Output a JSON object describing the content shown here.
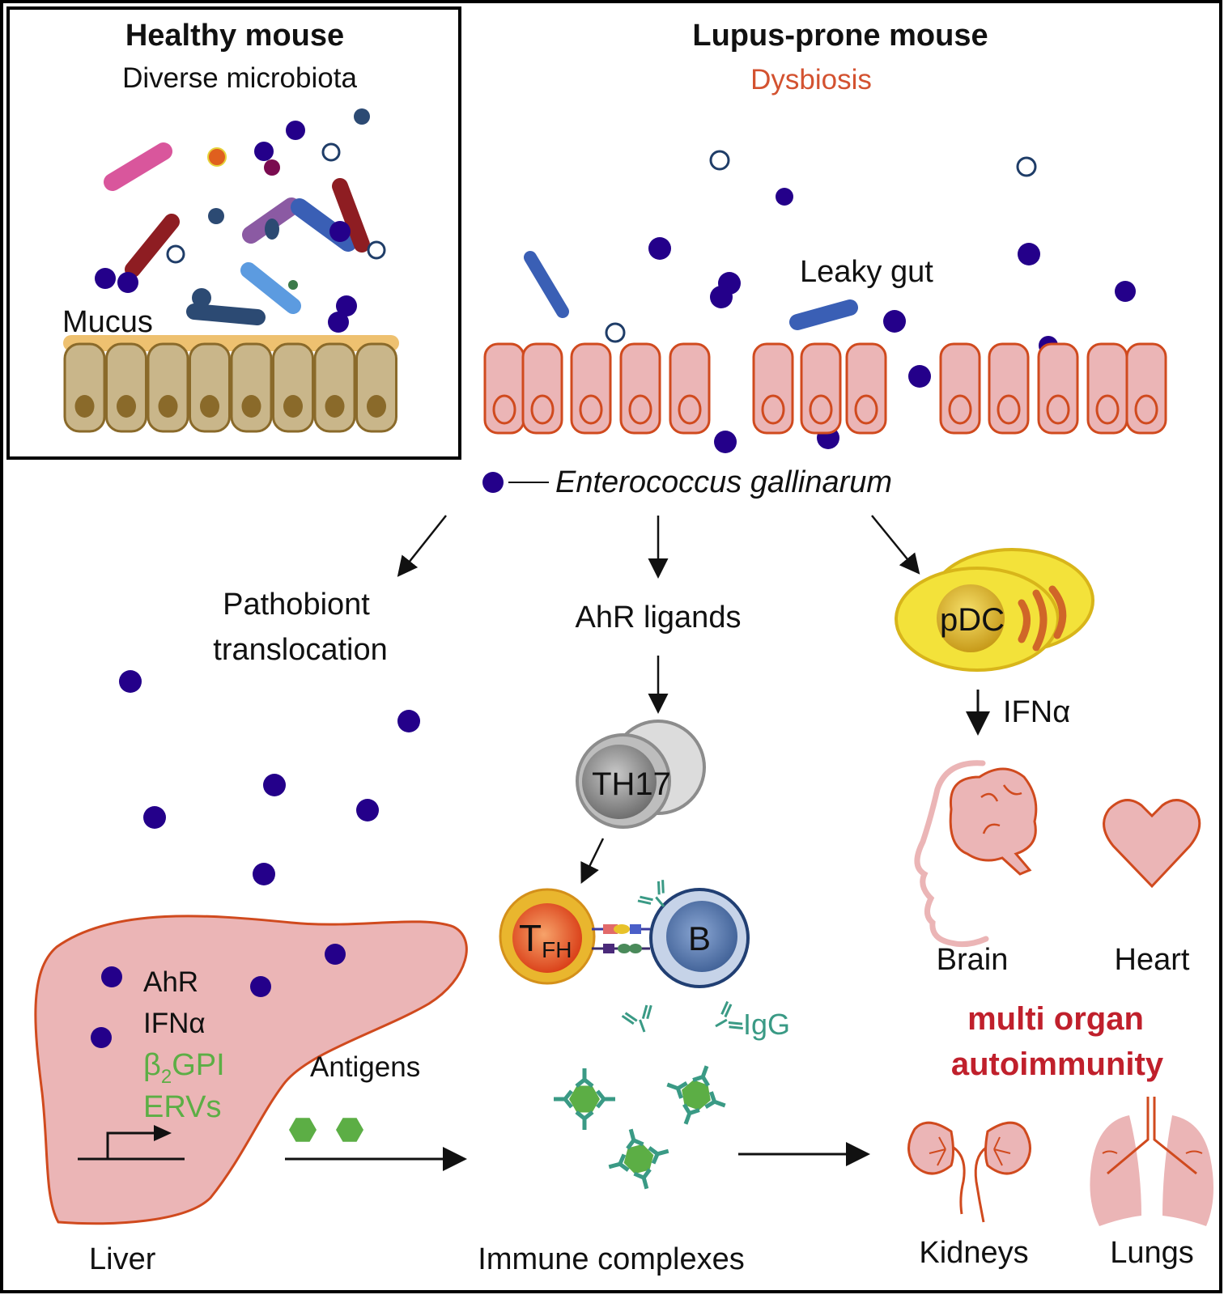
{
  "healthy_panel": {
    "title": "Healthy mouse",
    "subtitle": "Diverse microbiota",
    "mucus_label": "Mucus"
  },
  "lupus_panel": {
    "title": "Lupus-prone mouse",
    "subtitle": "Dysbiosis",
    "leaky_gut_label": "Leaky gut",
    "bacterium_legend": "Enterococcus gallinarum"
  },
  "pathways": {
    "left": {
      "label_line1": "Pathobiont",
      "label_line2": "translocation"
    },
    "middle": {
      "label": "AhR ligands",
      "th17_label": "TH17",
      "tfh_label_main": "T",
      "tfh_label_sub": "FH",
      "b_cell_label": "B",
      "igg_label": "IgG"
    },
    "right": {
      "pdc_label": "pDC",
      "ifn_label": "IFNα"
    }
  },
  "liver": {
    "label": "Liver",
    "markers": [
      "AhR",
      "IFNα"
    ],
    "antigen_markers": {
      "b2gpi_main": "β",
      "b2gpi_sub": "2",
      "b2gpi_rest": "GPI",
      "ervs": "ERVs"
    },
    "antigens_label": "Antigens"
  },
  "immune_complexes_label": "Immune complexes",
  "outcome": {
    "line1": "multi organ",
    "line2": "autoimmunity"
  },
  "organs": {
    "brain": "Brain",
    "heart": "Heart",
    "kidneys": "Kidneys",
    "lungs": "Lungs"
  },
  "colors": {
    "bacterium": "#24008a",
    "dysbiosis_text": "#d35230",
    "autoimmunity_text": "#c0202c",
    "antigen_green": "#5cae45",
    "igg_teal": "#3a9a85",
    "healthy_cell_fill": "#c9b68a",
    "leaky_cell_fill": "#ebb5b6",
    "cell_outline_red": "#d04a1e"
  }
}
